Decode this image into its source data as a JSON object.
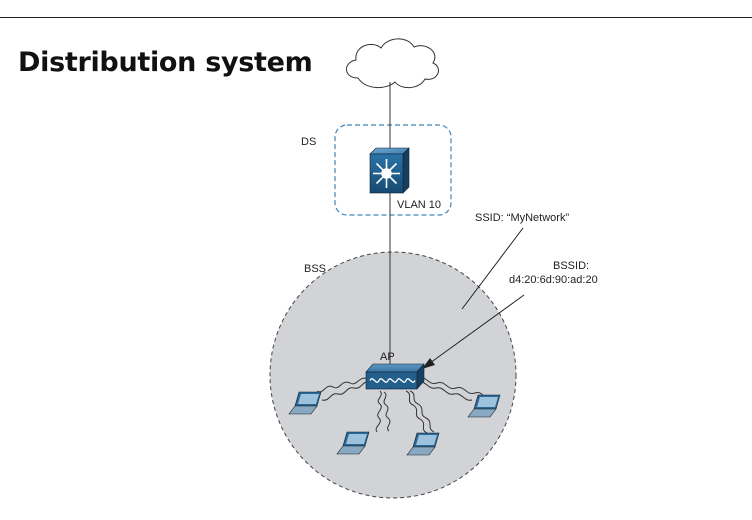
{
  "slide": {
    "title": "Distribution system"
  },
  "diagram": {
    "ds_label": "DS",
    "vlan_label": "VLAN 10",
    "bss_label": "BSS",
    "ap_label": "AP",
    "ssid_label": "SSID: “MyNetwork”",
    "bssid_label": "BSSID:",
    "bssid_value": "d4:20:6d:90:ad:20",
    "icons": [
      "cloud-icon",
      "multilayer-switch-icon",
      "access-point-icon",
      "laptop-icon"
    ],
    "colors": {
      "ds_border": "#3e85b9",
      "switch_fill": "#1d5f8c",
      "bss_fill": "#d2d3d6",
      "ap_fill": "#235f8c"
    }
  }
}
